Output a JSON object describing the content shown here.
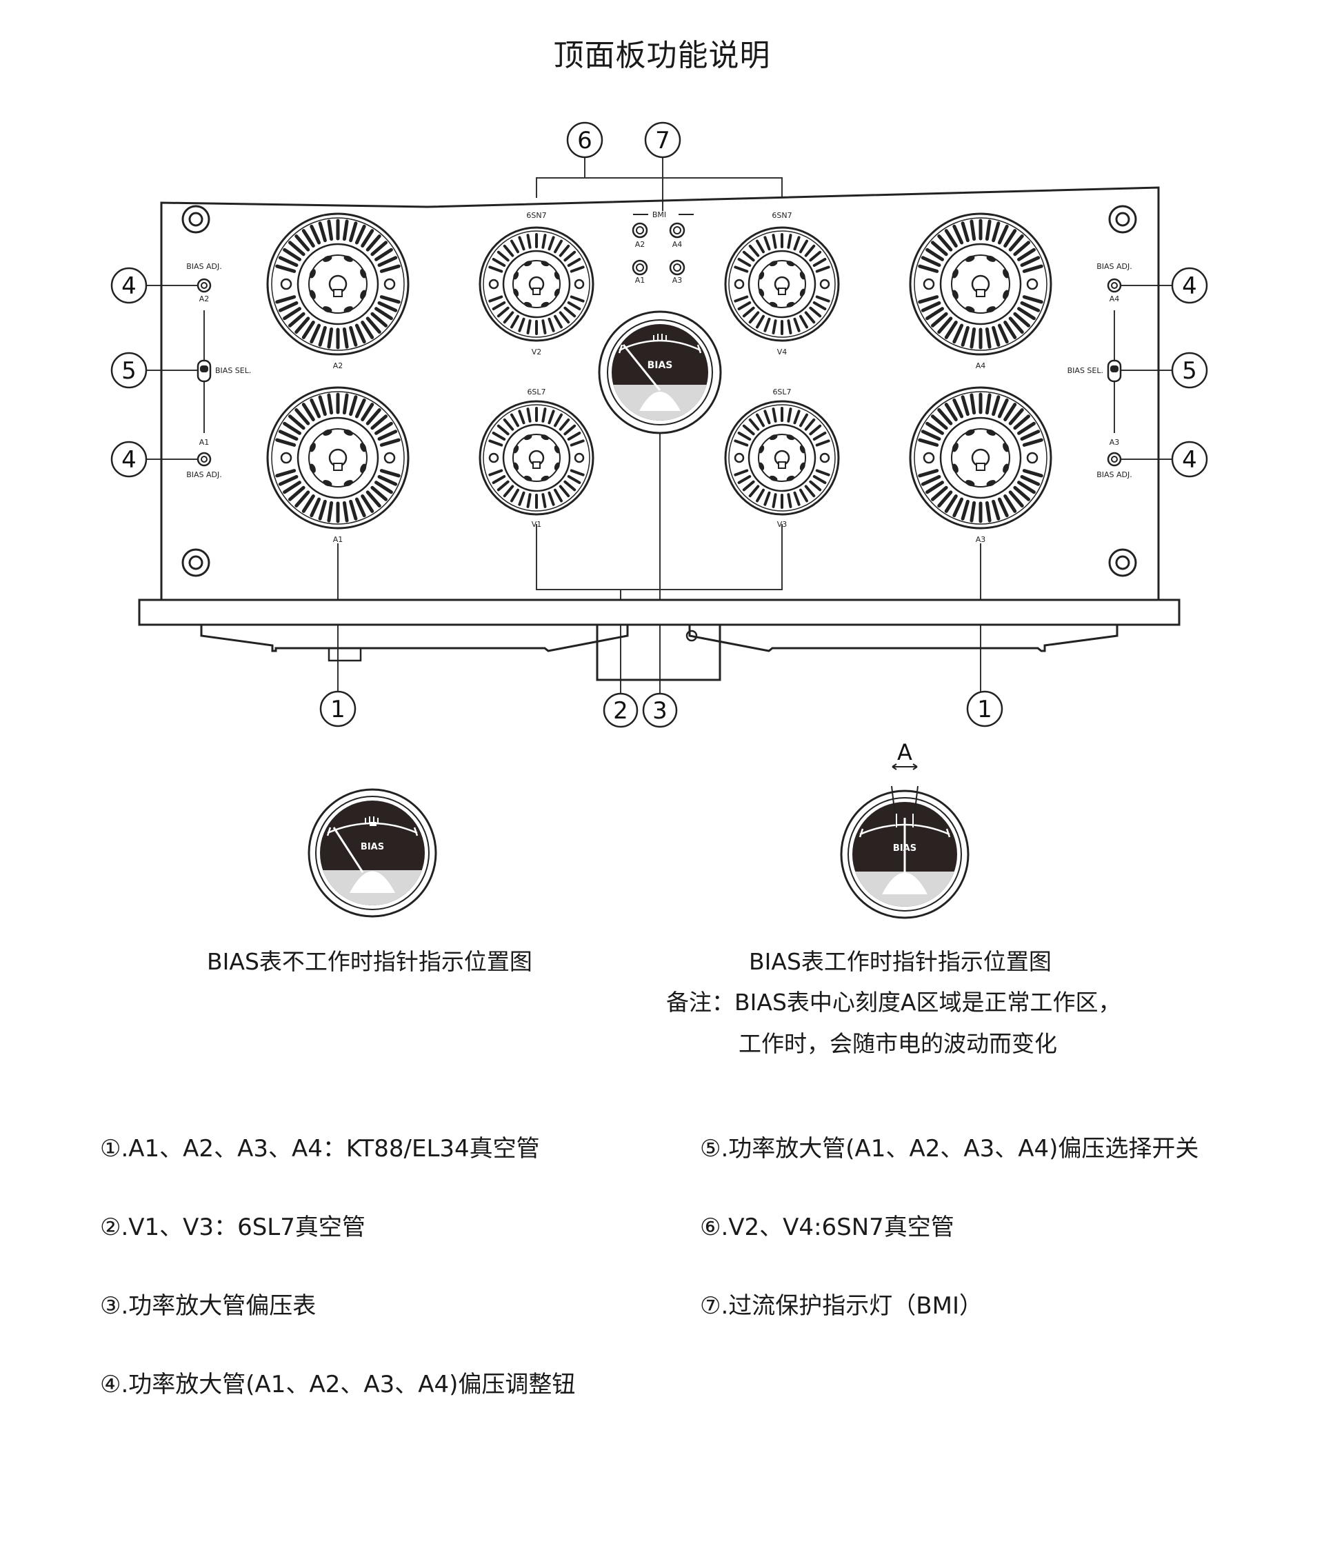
{
  "title": "顶面板功能说明",
  "callouts": {
    "n1": "1",
    "n2": "2",
    "n3": "3",
    "n4": "4",
    "n5": "5",
    "n6": "6",
    "n7": "7"
  },
  "panel_labels": {
    "bmi": "BMI",
    "led_a2": "A2",
    "led_a4": "A4",
    "led_a1": "A1",
    "led_a3": "A3",
    "bias_adj": "BIAS ADJ.",
    "bias_sel": "BIAS SEL.",
    "left_a2": "A2",
    "left_a1": "A1",
    "right_a4": "A4",
    "right_a3": "A3",
    "socket_a2": "A2",
    "socket_a1": "A1",
    "socket_a4": "A4",
    "socket_a3": "A3",
    "socket_v2": "V2",
    "socket_v4": "V4",
    "socket_v1": "V1",
    "socket_v3": "V3",
    "type_6sn7": "6SN7",
    "type_6sl7": "6SL7",
    "meter": "BIAS",
    "zone": "A"
  },
  "captions": {
    "off": "BIAS表不工作时指针指示位置图",
    "on": "BIAS表工作时指针指示位置图",
    "note1": "备注：BIAS表中心刻度A区域是正常工作区，",
    "note2": "工作时，会随市电的波动而变化"
  },
  "legend": {
    "l1": "①.A1、A2、A3、A4：KT88/EL34真空管",
    "l2": "②.V1、V3：6SL7真空管",
    "l3": "③.功率放大管偏压表",
    "l4": "④.功率放大管(A1、A2、A3、A4)偏压调整钮",
    "l5": "⑤.功率放大管(A1、A2、A3、A4)偏压选择开关",
    "l6": "⑥.V2、V4:6SN7真空管",
    "l7": "⑦.过流保护指示灯（BMI）"
  }
}
